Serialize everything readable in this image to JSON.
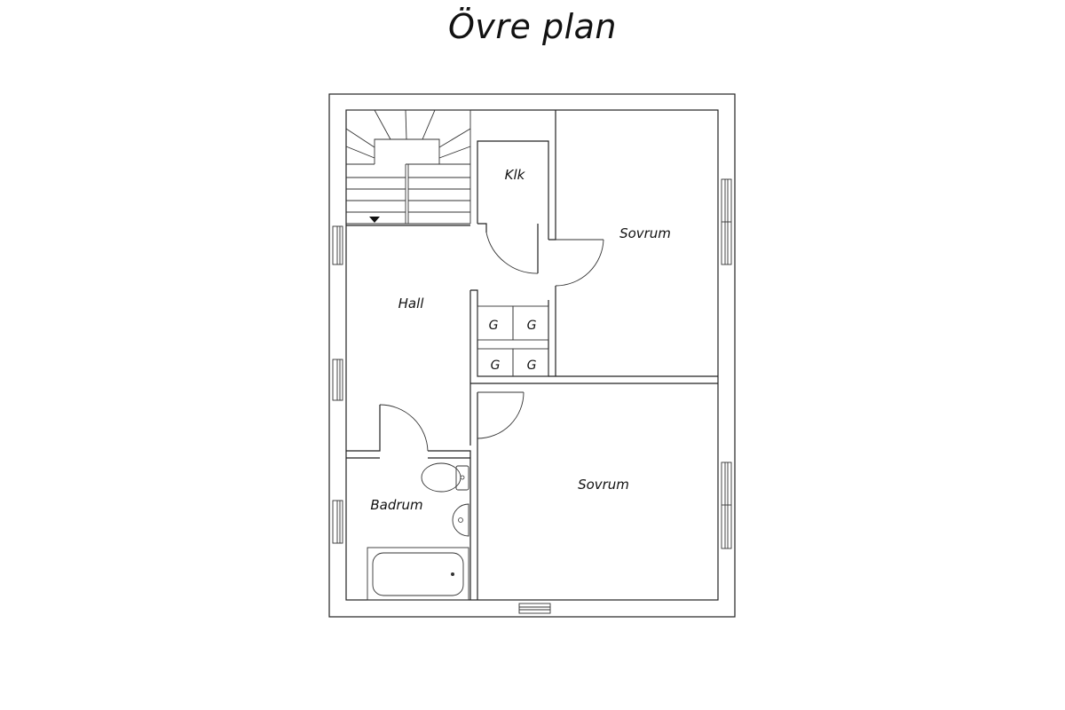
{
  "title": "Övre plan",
  "rooms": {
    "klk": "Klk",
    "sovrum_1": "Sovrum",
    "hall": "Hall",
    "sovrum_2": "Sovrum",
    "badrum": "Badrum"
  },
  "wardrobes": [
    "G",
    "G",
    "G",
    "G"
  ]
}
